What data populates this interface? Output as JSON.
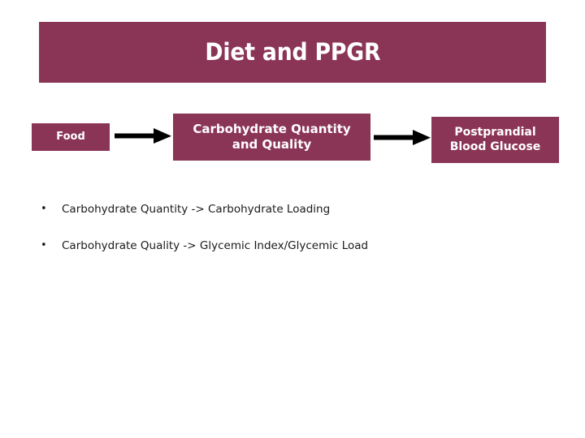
{
  "slide": {
    "title": "Diet and PPGR",
    "background_color": "#ffffff",
    "accent_color": "#8b3556",
    "title_text_color": "#ffffff"
  },
  "flow": {
    "nodes": [
      {
        "id": "food",
        "label": "Food"
      },
      {
        "id": "carbohydrate",
        "label": "Carbohydrate Quantity and Quality",
        "line1": "Carbohydrate Quantity",
        "line2": "and Quality"
      },
      {
        "id": "postprandial",
        "label": "Postprandial Blood Glucose",
        "line1": "Postprandial",
        "line2": "Blood Glucose"
      }
    ],
    "connectors": [
      {
        "id": "arrow-1",
        "from": "food",
        "to": "carbohydrate",
        "direction": "right",
        "color": "#000000"
      },
      {
        "id": "arrow-2",
        "from": "carbohydrate",
        "to": "postprandial",
        "direction": "right",
        "color": "#000000"
      }
    ]
  },
  "bullets": {
    "marker": "•",
    "items": [
      {
        "text": "Carbohydrate Quantity -> Carbohydrate Loading"
      },
      {
        "text": "Carbohydrate Quality -> Glycemic Index/Glycemic Load"
      }
    ]
  }
}
